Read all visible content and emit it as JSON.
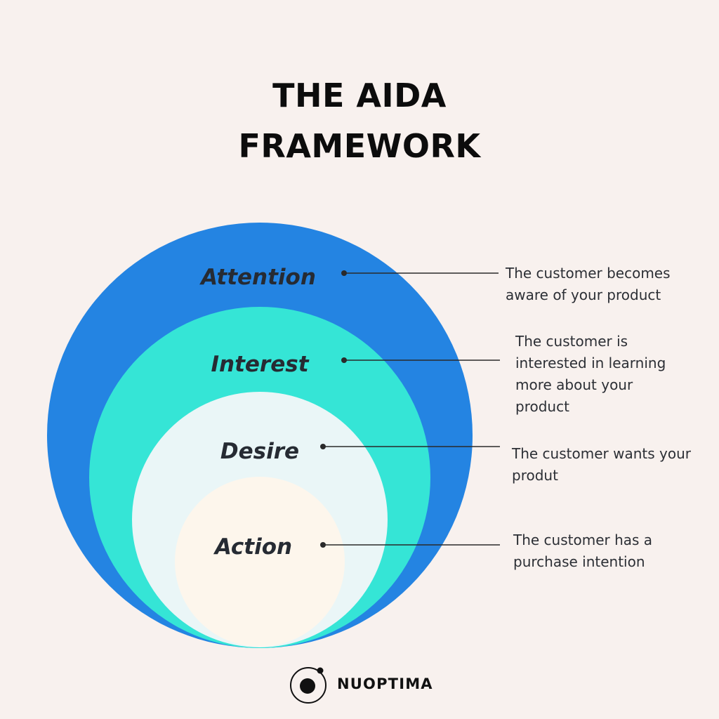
{
  "title_lines": [
    "THE AIDA",
    "FRAMEWORK"
  ],
  "stages": [
    {
      "name": "Attention",
      "description": "The customer becomes\naware of your product",
      "color": "#2484e2"
    },
    {
      "name": "Interest",
      "description": "The customer is\ninterested in learning\nmore about your\nproduct",
      "color": "#35e5d6"
    },
    {
      "name": "Desire",
      "description": "The customer wants your\nprodut",
      "color": "#eaf6f7"
    },
    {
      "name": "Action",
      "description": "The customer has a\npurchase intention",
      "color": "#fdf6ec"
    }
  ],
  "brand": {
    "name": "NUOPTIMA",
    "icon": "nuoptima-logo-icon"
  },
  "colors": {
    "background": "#f8f1ee",
    "connector": "#2a2a2a"
  }
}
